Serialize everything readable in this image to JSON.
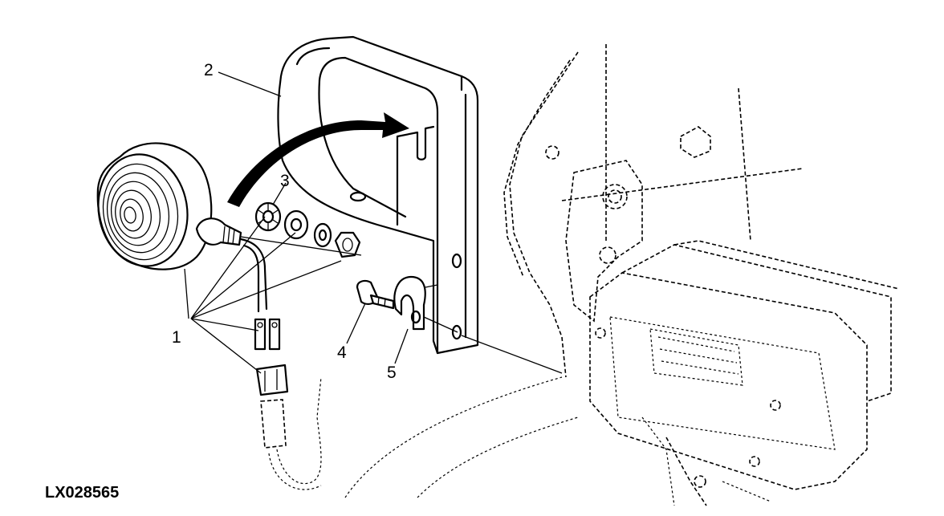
{
  "figure": {
    "code": "LX028565",
    "callouts": {
      "c1": "1",
      "c2": "2",
      "c3": "3",
      "c4": "4",
      "c5": "5"
    }
  }
}
